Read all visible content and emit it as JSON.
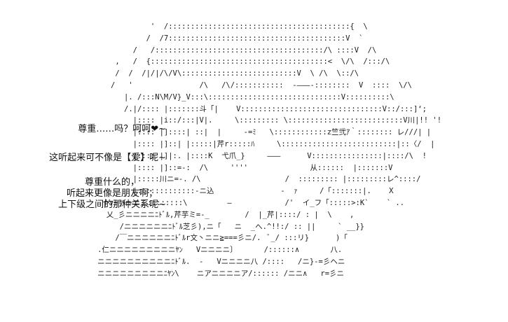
{
  "dialogue": {
    "block1": [
      "尊重……吗？呵呵❤~"
    ],
    "block2": [
      "这听起来可不像是【爱】呢~"
    ],
    "block3": [
      "尊重什么的，",
      "听起来更像是朋友啊；",
      "上下级之间的那种关系呢~"
    ]
  },
  "ascii_art": [
    "                                  '  /:::::::::::::::::::::::::::::::::::::::::{  \\",
    "                                 /  /7::::::::::::::::::::::::::::::::::::::::V  `",
    "                              /   /::::::::::::::::::::::::::::::::::::::/\\ ::::V  /\\",
    "                          ,   /  {::::::::::::::::::::::::::::::::::::::::<  \\/\\  /:::/\\",
    "                          /  /  /|/|/\\/V\\::::::::::::::::::::::::::V  \\ /\\  \\::/\\",
    "                         /   '               /\\   /\\/:::::::::::  -―――-::::::::  V  ::::  \\/\\",
    "                            |. /:::N\\M/V}_V:::\\::::::::::::::::::::::::::::::V::::::::::\\",
    "                            /.|/:::: |:::::::斗「|    V::::::::::::::::::::::::::::::::V::/:::]‘;",
    "                              |:::: |i::/:::|V|.     \\::::::::: \\::::::::::::::::::::::::::V川|!! '!",
    "                              |:::: |]::::| ::|  |     -=ﾐ   \\::::::::::::z竺弐ｱ｀:::::::: レ///| |",
    "                              |:::: |]::| |:::::|芹r:::::ﾊ     \\::::::::::::::::::::::::::|::〈/  |",
    "                              |:::: |]|:. |::::K  弋爪_}     ―――      V::::::::::::::::|::::/\\  !",
    "                              |:::: |]::=-:  /\\     ''''              从::::::  |:::::::V",
    "                              |:::::川ニ=-. /\\                   /  ::::::::: |:::::::::レ^::::/",
    "                              |:::::::::::::-ニ込               -  ｧ     /「:::::::|.    X",
    "                       十∨~ァーニ三::::::::\\         ―            /'  イ_フ「:::::>:K`    ` ..",
    "                        乂_彡ニニニニﾆﾄﾞﾙ,芹芋ミ=-_        /  |_芹|::::/ : |  \\    ,",
    "                           /ニニニニニニﾆﾄﾞﾙ芝彡),ニ「   ニ  _へ.^!!:/ :: ||     ` __}}",
    "                          /￣ニニニニニニﾆﾄﾞﾙr文丶ニニ≧===彡ニ/.  ﾞ_/ :::リ}      )「",
    "                      .仁ニニニニニニニニニﾔﾝ   Vニニニニ〕      /::::::∧       八.",
    "                      ニニニニニニニニニニﾆﾄﾞﾙ.  -   Vニニニニ八 /::::   /ニ}-=彡ヘニ",
    "                      ニニニニニニニニニﾆﾔﾝ\\    ニアニニニニア/:::::: /ニニ∧   r=彡ニ"
  ]
}
